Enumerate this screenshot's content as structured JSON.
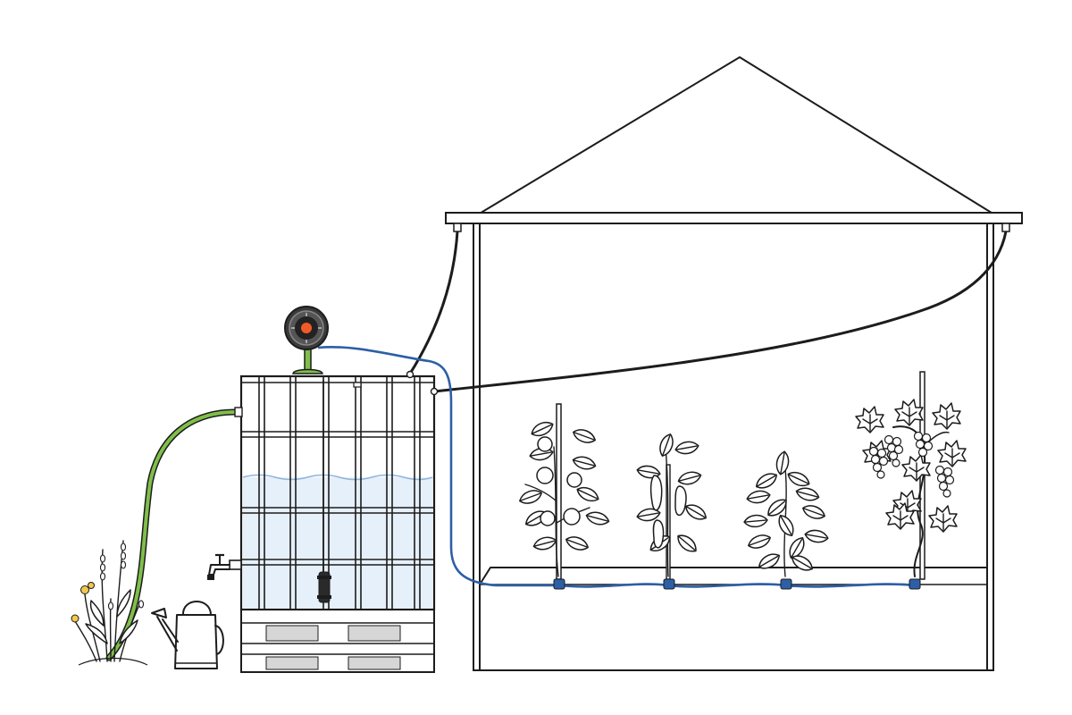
{
  "colors": {
    "background": "#ffffff",
    "outline": "#1c1c1c",
    "water": "#e6f0fa",
    "water_line": "#8fb4de",
    "drip_hose": "#2d5fa6",
    "garden_hose": "#7fbf4a",
    "timer_indicator": "#f05a28",
    "pallet_gap": "#d6d6d6"
  },
  "icons": {
    "gutter_downpipe": "rain-gutter-icon",
    "tank": "ibc-tote-icon",
    "timer": "irrigation-timer-icon",
    "tap": "water-tap-icon",
    "pump": "submersible-pump-icon",
    "can": "watering-can-icon",
    "drippers": "drip-emitter-icon"
  },
  "plants": [
    {
      "name": "tomato-plant"
    },
    {
      "name": "pepper-plant"
    },
    {
      "name": "cucumber-plant"
    },
    {
      "name": "grape-vine"
    }
  ]
}
